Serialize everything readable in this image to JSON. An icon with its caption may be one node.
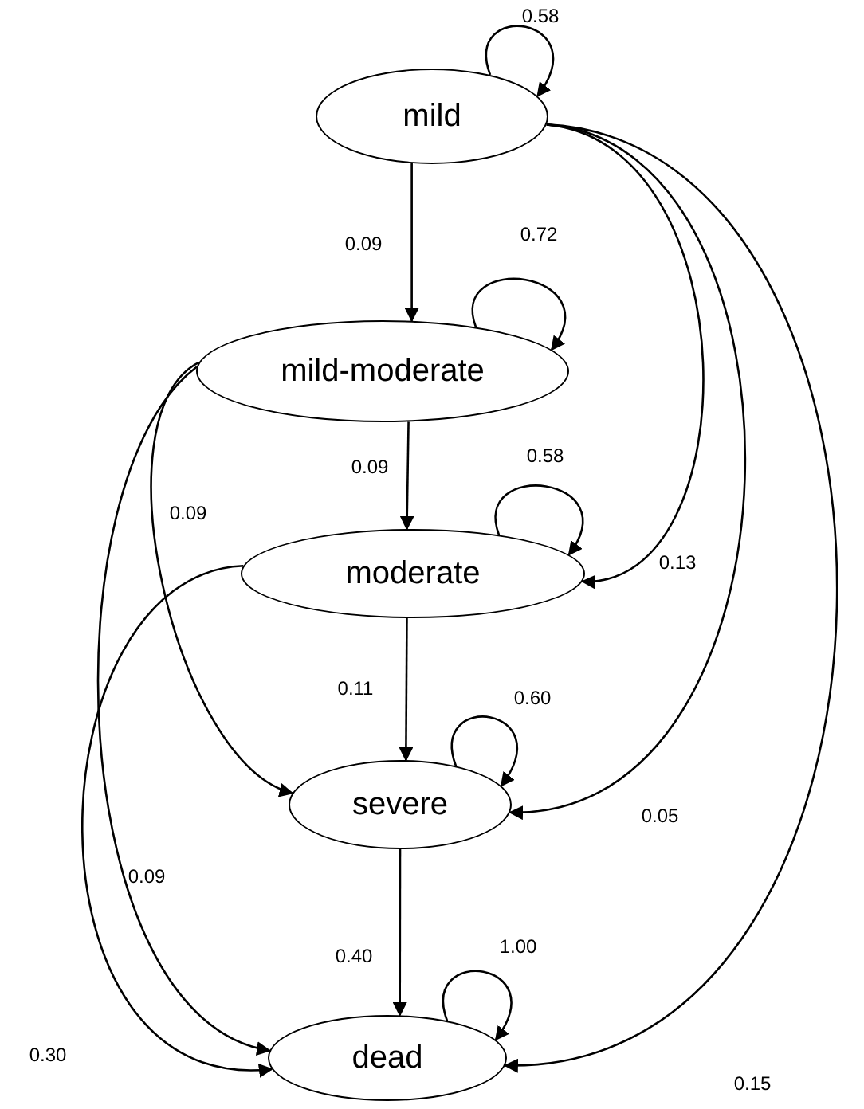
{
  "diagram": {
    "nodes": [
      {
        "text": [
          "mild"
        ]
      },
      {
        "text": [
          "mild-moderate"
        ]
      },
      {
        "text": [
          "moderate"
        ]
      },
      {
        "text": [
          "severe"
        ]
      },
      {
        "text": [
          "dead"
        ]
      }
    ],
    "edges": [
      {
        "from": 0,
        "to": 0,
        "arrow": "to",
        "label": "0.58"
      },
      {
        "from": 0,
        "to": 1,
        "arrow": "to",
        "label": "0.09"
      },
      {
        "from": 1,
        "to": 1,
        "arrow": "to",
        "label": "0.72"
      },
      {
        "from": 1,
        "to": 2,
        "arrow": "to",
        "label": "0.09"
      },
      {
        "from": 1,
        "to": 3,
        "arrow": "to",
        "label": "0.09"
      },
      {
        "from": 1,
        "to": 4,
        "arrow": "to",
        "label": "0.09"
      },
      {
        "from": 0,
        "to": 2,
        "arrow": "to",
        "label": "0.13"
      },
      {
        "from": 0,
        "to": 3,
        "arrow": "to",
        "label": "0.05"
      },
      {
        "from": 0,
        "to": 4,
        "arrow": "to",
        "label": "0.15"
      },
      {
        "from": 2,
        "to": 2,
        "arrow": "to",
        "label": "0.58"
      },
      {
        "from": 2,
        "to": 3,
        "arrow": "to",
        "label": "0.11"
      },
      {
        "from": 2,
        "to": 4,
        "arrow": "to",
        "label": "0.30"
      },
      {
        "from": 3,
        "to": 3,
        "arrow": "to",
        "label": "0.60"
      },
      {
        "from": 3,
        "to": 4,
        "arrow": "to",
        "label": "0.40"
      },
      {
        "from": 4,
        "to": 4,
        "arrow": "to",
        "label": "1.00"
      }
    ]
  }
}
